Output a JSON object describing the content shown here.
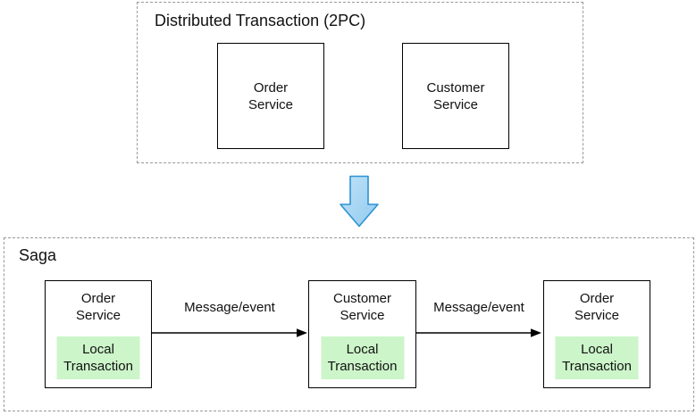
{
  "colors": {
    "dashed_border": "#999999",
    "box_border": "#000000",
    "local_transaction_fill": "#ccf5c9",
    "down_arrow_fill_light": "#c0e2f7",
    "down_arrow_fill_dark": "#92cbf0",
    "down_arrow_stroke": "#2d93d1",
    "arrow_line": "#000000"
  },
  "two_pc": {
    "title": "Distributed Transaction (2PC)",
    "boxes": [
      {
        "label": "Order\nService"
      },
      {
        "label": "Customer\nService"
      }
    ]
  },
  "transition": {
    "icon": "down-arrow-icon"
  },
  "saga": {
    "title": "Saga",
    "nodes": [
      {
        "label": "Order\nService",
        "sub_label": "Local\nTransaction"
      },
      {
        "label": "Customer\nService",
        "sub_label": "Local\nTransaction"
      },
      {
        "label": "Order\nService",
        "sub_label": "Local\nTransaction"
      }
    ],
    "edges": [
      {
        "label": "Message/event"
      },
      {
        "label": "Message/event"
      }
    ]
  }
}
